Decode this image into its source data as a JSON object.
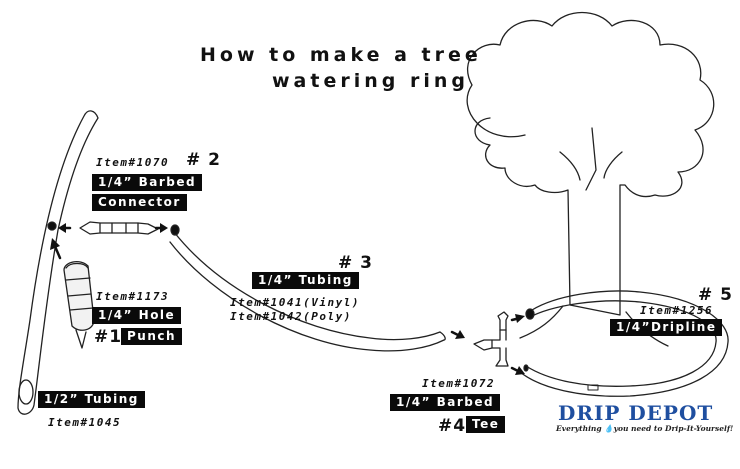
{
  "title": {
    "line1": "How to make a tree",
    "line2": "watering ring"
  },
  "parts": {
    "p1": {
      "number": "#1",
      "label": "Punch",
      "tag": "1/4” Hole",
      "item": "Item#1173"
    },
    "p2": {
      "number": "# 2",
      "tag1": "1/4” Barbed",
      "tag2": "Connector",
      "item": "Item#1070"
    },
    "p3": {
      "number": "# 3",
      "tag": "1/4” Tubing",
      "item_vinyl": "Item#1041(Vinyl)",
      "item_poly": "Item#1042(Poly)"
    },
    "p4": {
      "number": "#4",
      "tag1": "1/4” Barbed",
      "tag2": "Tee",
      "item": "Item#1072"
    },
    "p5": {
      "number": "# 5",
      "tag": "1/4”Dripline",
      "item": "Item#1256"
    },
    "main": {
      "tag": "1/2” Tubing",
      "item": "Item#1045"
    }
  },
  "brand": {
    "name": "DRIP DEPOT",
    "tagline_pre": "Everything",
    "tagline_post": "you need to Drip-It-Yourself!",
    "color": "#1f4fa0",
    "drop_color": "#2a7de1"
  },
  "icons": [
    "arrow-icon",
    "hole-punch-icon",
    "barbed-connector-icon",
    "barbed-tee-icon",
    "water-drop-icon"
  ]
}
